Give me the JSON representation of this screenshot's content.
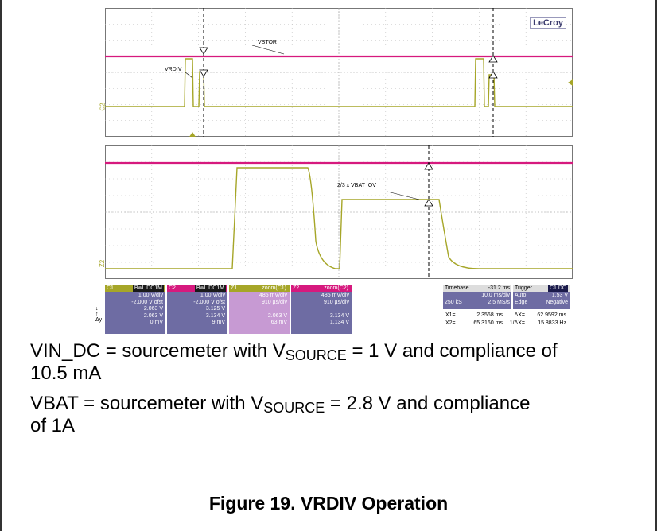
{
  "brand": "LeCroy",
  "trace_labels": {
    "vstor": "VSTOR",
    "vrdiv": "VRDIV",
    "vbat_ov": "2/3 x VBAT_OV"
  },
  "channel_markers": {
    "plot1": "C2",
    "plot2": "Z2"
  },
  "colors": {
    "yellow_trace": "#a6a628",
    "magenta_trace": "#d6197e",
    "panel_purple": "#6e6ca3",
    "panel_pink": "#c79ad3"
  },
  "channels": [
    {
      "id": "C1",
      "tag": "BwL DC1M",
      "lines": [
        "1.00 V/div",
        "-2.000 V ofst",
        "2.063 V",
        "2.063 V",
        "0 mV"
      ]
    },
    {
      "id": "C2",
      "tag": "BwL DC1M",
      "lines": [
        "1.00 V/div",
        "-2.000 V ofst",
        "3.125 V",
        "3.134 V",
        "9 mV"
      ]
    },
    {
      "id": "Z1",
      "tag": "zoom(C1)",
      "lines": [
        "485 mV/div",
        "910 µs/div",
        "",
        "2.063 V",
        "63 mV"
      ]
    },
    {
      "id": "Z2",
      "tag": "zoom(C2)",
      "lines": [
        "485 mV/div",
        "910 µs/div",
        "",
        "3.134 V",
        "1.134 V"
      ]
    }
  ],
  "side_glyphs": [
    "↓",
    "↑",
    "Δy"
  ],
  "timebase": {
    "label": "Timebase",
    "value": "-31.2 ms",
    "div": "10.0 ms/div",
    "samples": "250 kS",
    "rate": "2.5 MS/s"
  },
  "trigger": {
    "label": "Trigger",
    "tag": "C1 DC",
    "mode": "Auto",
    "level": "1.53 V",
    "type": "Edge",
    "slope": "Negative"
  },
  "cursors": {
    "x1": "X1=",
    "x1_val": "2.3568 ms",
    "dx": "ΔX=",
    "dx_val": "62.9592 ms",
    "x2": "X2=",
    "x2_val": "65.3160 ms",
    "inv": "1/ΔX=",
    "inv_val": "15.8833 Hz"
  },
  "caption": {
    "line1_a": "VIN_DC = sourcemeter with V",
    "line1_sub": "SOURCE",
    "line1_b": " = 1 V and compliance of",
    "line2": "10.5 mA",
    "line3_a": "VBAT = sourcemeter with V",
    "line3_sub": "SOURCE",
    "line3_b": " = 2.8 V and compliance",
    "line4": "of 1A"
  },
  "figure_title": "Figure 19. VRDIV Operation"
}
